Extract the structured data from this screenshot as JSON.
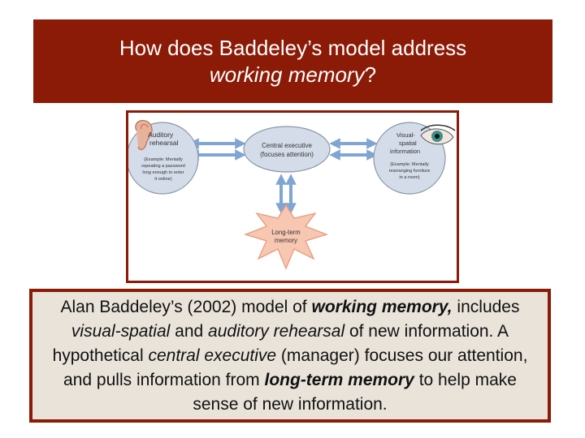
{
  "title": {
    "line1": "How does Baddeley’s model address",
    "line2_em": "working memory",
    "line2_end": "?"
  },
  "diagram": {
    "auditory": {
      "title": [
        "Auditory",
        "rehearsal"
      ],
      "example": [
        "(Example: Mentally",
        "repeating a password",
        "long enough to enter",
        "it online)"
      ]
    },
    "central": {
      "lines": [
        "Central executive",
        "(focuses attention)"
      ]
    },
    "visual": {
      "title": [
        "Visual-",
        "spatial",
        "information"
      ],
      "example": [
        "(Example: Mentally",
        "rearranging furniture",
        "in a room)"
      ]
    },
    "longterm": {
      "lines": [
        "Long-term",
        "memory"
      ]
    },
    "colors": {
      "node": "#d3dce8",
      "arrow": "#7fa6d3",
      "star": "#f7c7b1",
      "star_stroke": "#e89a7a",
      "node_stroke": "#8a97a8"
    }
  },
  "caption": {
    "p1": "Alan Baddeley’s (2002) model of ",
    "b1": "working memory,",
    "p2": " includes ",
    "i1": "visual-spatial",
    "p3": " and ",
    "i2": "auditory rehearsal",
    "p4": " of new information.  A hypothetical ",
    "i3": "central executive",
    "p5": " (manager) focuses our attention, and pulls information from ",
    "bi1": "long-term memory",
    "p6": " to help make sense of new information."
  }
}
